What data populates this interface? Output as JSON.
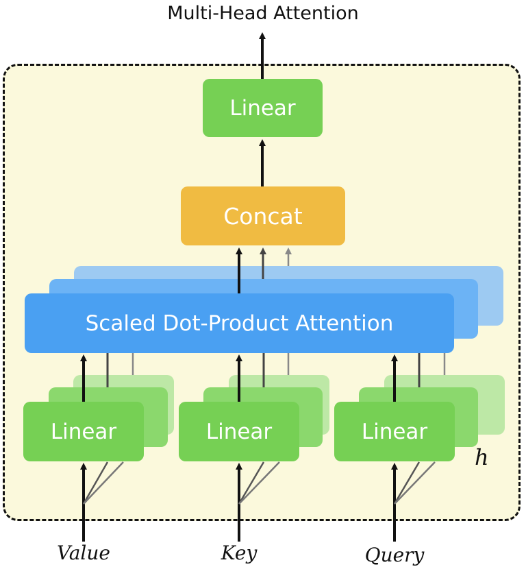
{
  "title": "Multi-Head Attention",
  "blocks": {
    "top_linear": "Linear",
    "concat": "Concat",
    "sdpa": "Scaled Dot-Product Attention",
    "linear_value": "Linear",
    "linear_key": "Linear",
    "linear_query": "Linear"
  },
  "inputs": {
    "value": "Value",
    "key": "Key",
    "query": "Query"
  },
  "heads_label": "h",
  "colors": {
    "linear": "#76d054",
    "concat": "#f0bb42",
    "attention": "#4aa0f2",
    "region": "#fbf9dc"
  }
}
